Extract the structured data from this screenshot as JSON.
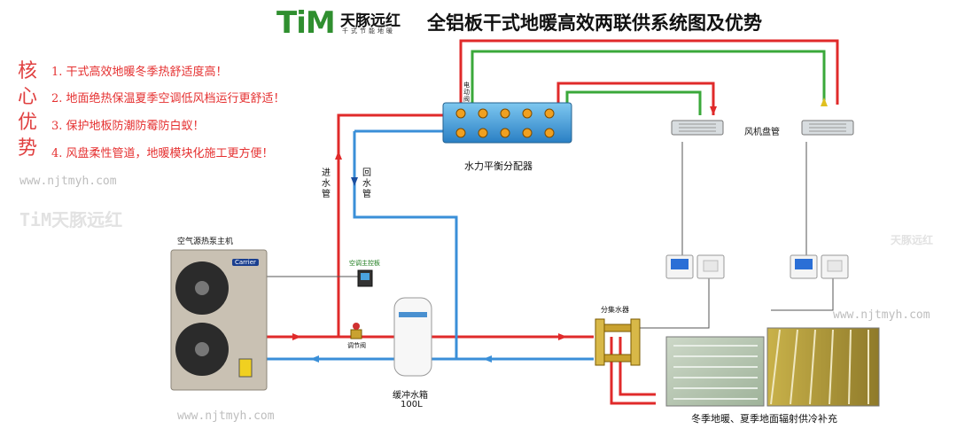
{
  "logo": {
    "mark": "TiM",
    "name": "天豚远红",
    "sub": "千式节能地暖"
  },
  "title": "全铝板干式地暖高效两联供系统图及优势",
  "advantages": {
    "heading": "核心优势",
    "items": [
      "1. 干式高效地暖冬季热舒适度高！",
      "2. 地面绝热保温夏季空调低风档运行更舒适！",
      "3. 保护地板防潮防霉防白蚁！",
      "4. 风盘柔性管道，地暖模块化施工更方便！"
    ]
  },
  "watermark": {
    "url": "www.njtmyh.com",
    "logo": "TiM天豚远红",
    "logo_right": "天豚远红"
  },
  "labels": {
    "distributor": "水力平衡分配器",
    "electric_valve": "电动阀",
    "fan_coil": "风机盘管",
    "supply_pipe": "进水管",
    "return_pipe": "回水管",
    "heat_pump": "空气源热泵主机",
    "brand": "Carrier",
    "controller": "空调主控板",
    "valve": "调节阀",
    "tank": "缓冲水箱",
    "tank_volume": "100L",
    "manifold": "分集水器",
    "floor_caption": "冬季地暖、夏季地面辐射供冷补充"
  },
  "colors": {
    "supply": "#e02a2a",
    "return": "#3a8fd8",
    "control": "#3aa83a",
    "logo": "#2f8f2f"
  }
}
